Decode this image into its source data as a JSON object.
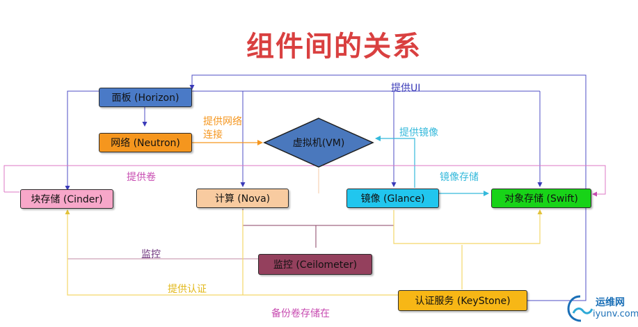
{
  "title": "组件间的关系",
  "colors": {
    "title": "#d94040",
    "horizon_fill": "#4a7ac7",
    "neutron_fill": "#f5961e",
    "vm_fill": "#4a78bd",
    "cinder_fill": "#f7a7c9",
    "nova_fill": "#f8cba0",
    "glance_fill": "#21c6ee",
    "swift_fill": "#18d318",
    "ceilometer_fill": "#94405d",
    "keystone_fill": "#f7b716",
    "ui_line": "#4c4cc4",
    "network_line": "#f5961e",
    "volume_line": "#de77c6",
    "image_line": "#35b9db",
    "monitor_line": "#8a4063",
    "auth_line": "#f3d769"
  },
  "nodes": {
    "horizon": "面板 (Horizon)",
    "neutron": "网络 (Neutron)",
    "vm": "虚拟机(VM)",
    "cinder": "块存储 (Cinder)",
    "nova": "计算 (Nova)",
    "glance": "镜像 (Glance)",
    "swift": "对象存储 (Swift)",
    "ceilometer": "监控 (Ceilometer)",
    "keystone": "认证服务 (KeyStone)"
  },
  "labels": {
    "provide_ui": "提供UI",
    "provide_network_line1": "提供网络",
    "provide_network_line2": "连接",
    "provide_image": "提供镜像",
    "provide_volume": "提供卷",
    "image_storage": "镜像存储",
    "monitor": "监控",
    "provide_auth": "提供认证",
    "backup_volume_storage": "备份卷存储在"
  },
  "watermark": {
    "name": "运维网",
    "domain": "iyunv.com",
    "icon": "tilde-swirl-logo-icon"
  }
}
